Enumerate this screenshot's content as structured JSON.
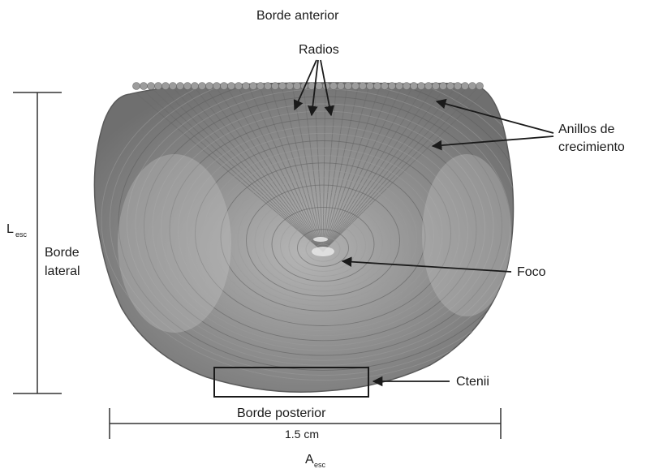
{
  "labels": {
    "anterior": "Borde anterior",
    "radii": "Radios",
    "growth_rings_line1": "Anillos de",
    "growth_rings_line2": "crecimiento",
    "length_symbol": "L",
    "length_subscript": "esc",
    "lateral_line1": "Borde",
    "lateral_line2": "lateral",
    "focus": "Foco",
    "ctenii": "Ctenii",
    "posterior": "Borde posterior",
    "scale": "1.5 cm",
    "width_symbol": "A",
    "width_subscript": "esc"
  },
  "colors": {
    "scale_fill": "#8c8c8c",
    "scale_dark": "#5e5e5e",
    "ink": "#1a1a1a"
  }
}
